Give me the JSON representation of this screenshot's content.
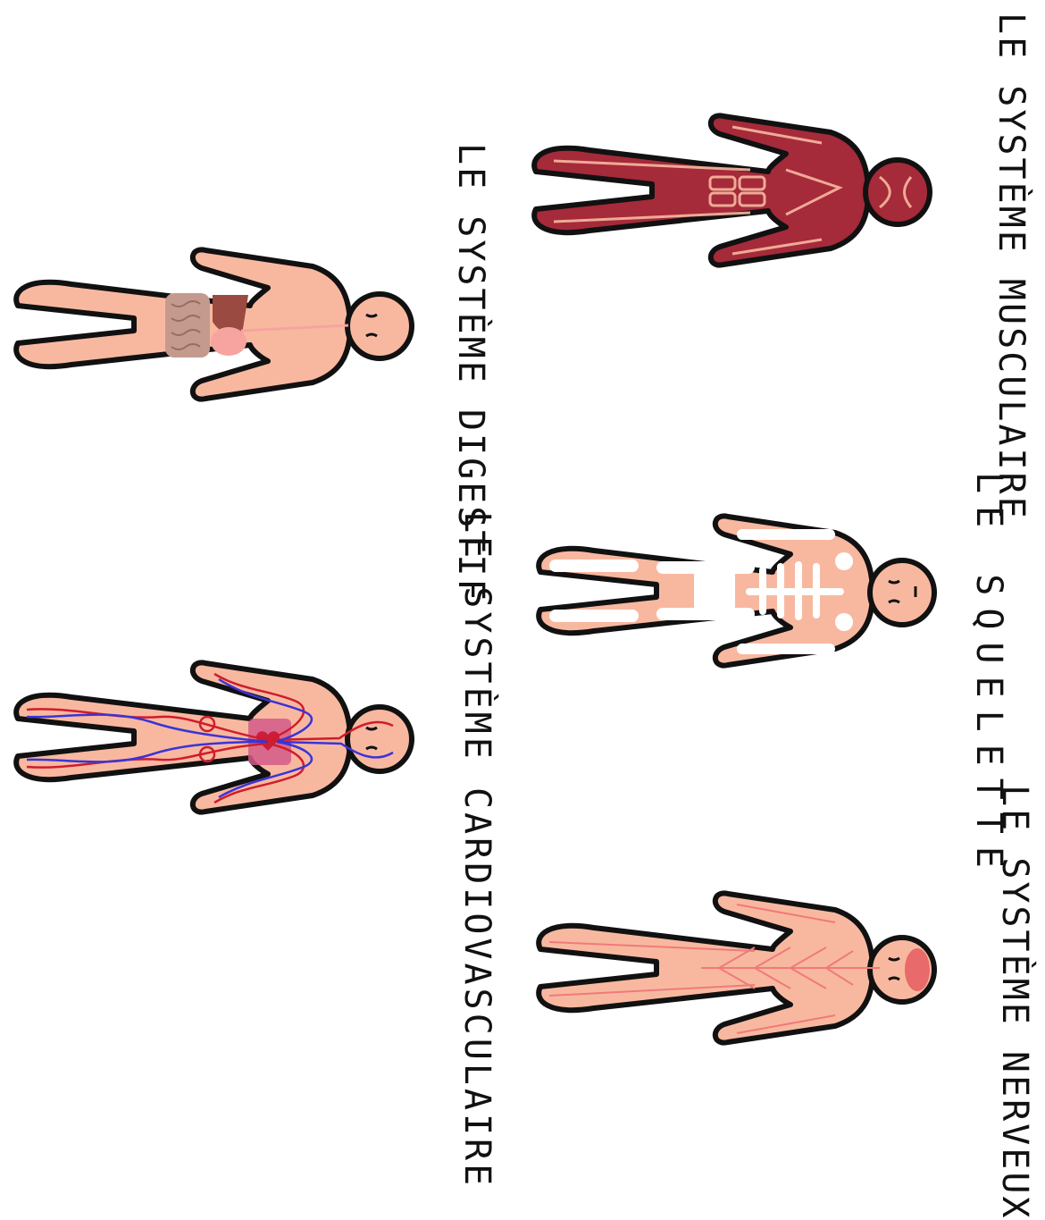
{
  "labels": {
    "musculaire": "LE SYSTÈME MUSCULAIRE",
    "squelette": "LE SQUELETTE",
    "nerveux": "LE SYSTÈME NERVEUX",
    "digestif": "LE SYSTÈME DIGESTIF",
    "cardio": "LE SYSTÈME CARDIOVASCULAIRE"
  },
  "colors": {
    "skin": "#f8b8a0",
    "outline": "#111111",
    "muscle": "#a52a3a",
    "bone": "#ffffff",
    "nerve": "#f07a7a",
    "brain": "#e86a6a",
    "intestine": "#c49a8e",
    "liver": "#9a4a40",
    "stomach": "#f7a3a0",
    "artery": "#d01c2c",
    "vein": "#3a34d6",
    "heart_box": "#d45a88",
    "heart": "#cc1d3a"
  }
}
